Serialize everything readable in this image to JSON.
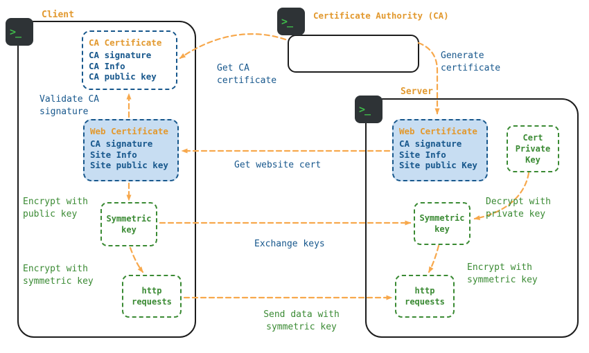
{
  "colors": {
    "label_orange": "#e2992f",
    "arrow_orange": "#f7a84c",
    "blue": "#17578c",
    "green": "#3a8a33",
    "cert_fill": "#c7ddf2",
    "terminal_bg": "#2e3336",
    "terminal_green": "#3fbb4a"
  },
  "client": {
    "label": "Client",
    "ca_certificate": {
      "title": "CA Certificate",
      "lines": [
        "CA signature",
        "CA Info",
        "CA public key"
      ]
    },
    "web_certificate": {
      "title": "Web Certificate",
      "lines": [
        "CA signature",
        "Site Info",
        "Site public key"
      ]
    },
    "symmetric_key": "Symmetric\nkey",
    "http_requests": "http\nrequests"
  },
  "ca": {
    "label": "Certificate Authority (CA)"
  },
  "server": {
    "label": "Server",
    "web_certificate": {
      "title": "Web Certificate",
      "lines": [
        "CA signature",
        "Site Info",
        "Site public Key"
      ]
    },
    "cert_private_key": "Cert\nPrivate\nKey",
    "symmetric_key": "Symmetric\nkey",
    "http_requests": "http\nrequests"
  },
  "labels": {
    "get_ca_certificate": "Get CA\ncertificate",
    "generate_certificate": "Generate\ncertificate",
    "validate_ca_signature": "Validate CA\nsignature",
    "get_website_cert": "Get website cert",
    "encrypt_with_public_key": "Encrypt with\npublic key",
    "decrypt_with_private_key": "Decrypt with\nprivate key",
    "exchange_keys": "Exchange keys",
    "encrypt_with_symmetric_key_client": "Encrypt with\nsymmetric key",
    "encrypt_with_symmetric_key_server": "Encrypt with\nsymmetric key",
    "send_data_with_symmetric_key": "Send data with\nsymmetric key",
    "terminal_prompt": ">_"
  }
}
